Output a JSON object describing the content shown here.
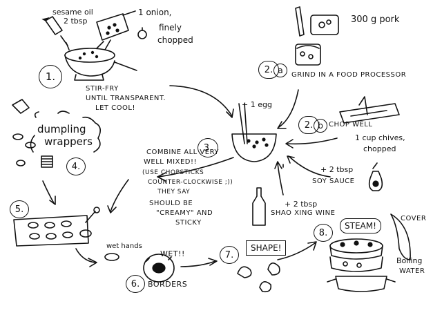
{
  "steps": {
    "s1": {
      "number": "1.",
      "ingredients": [
        "sesame oil",
        "2 tbsp"
      ],
      "onion": [
        "1 onion,",
        "finely",
        "chopped"
      ],
      "instruction": [
        "STIR-FRY",
        "UNTIL TRANSPARENT.",
        "LET COOL!"
      ]
    },
    "s2a": {
      "number": "2.",
      "sub": "a",
      "quantity": "300 g pork",
      "instruction": "GRIND IN A FOOD PROCESSOR"
    },
    "s2b": {
      "number": "2.",
      "sub": "b",
      "instruction": [
        "CHOP WELL",
        "1 cup chives,",
        "chopped"
      ]
    },
    "s3": {
      "number": "3.",
      "instruction": [
        "COMBINE ALL VERY",
        "WELL MIXED!!",
        "(USE CHOPSTICKS",
        "COUNTER-CLOCKWISE ;))",
        "THEY SAY",
        "SHOULD BE",
        "\"CREAMY\" AND",
        "STICKY"
      ],
      "egg": "+ 1 egg",
      "soy": [
        "+ 2 tbsp",
        "SOY SAUCE"
      ],
      "wine": [
        "+ 2 tbsp",
        "SHAO XING WINE"
      ]
    },
    "s4": {
      "number": "4.",
      "label": [
        "dumpling",
        "wrappers"
      ]
    },
    "s5": {
      "number": "5."
    },
    "s6": {
      "number": "6.",
      "hands": "wet hands",
      "wet": "WET!!",
      "borders": "BORDERS"
    },
    "s7": {
      "number": "7.",
      "shape": "SHAPE!"
    },
    "s8": {
      "number": "8.",
      "steam": "STEAM!",
      "cover": "COVER",
      "water": [
        "Boiling",
        "WATER"
      ]
    }
  }
}
